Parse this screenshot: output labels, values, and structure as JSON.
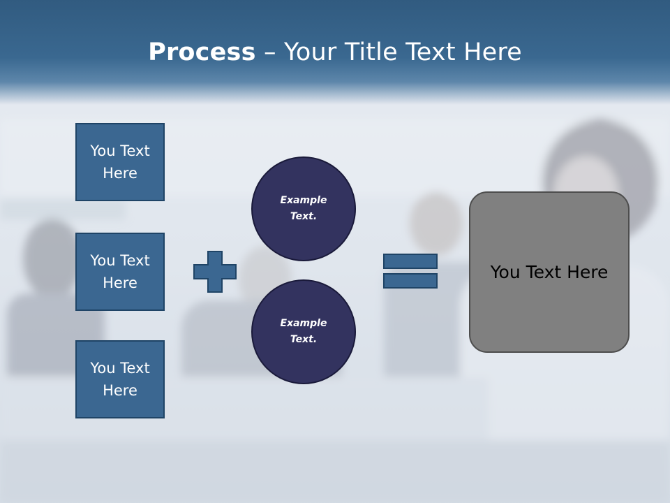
{
  "slide": {
    "title_bold": "Process",
    "title_rest": " – Your Title Text Here"
  },
  "left_boxes": [
    {
      "label": "You Text Here"
    },
    {
      "label": "You Text Here"
    },
    {
      "label": "You Text Here"
    }
  ],
  "circles": [
    {
      "label": "Example Text."
    },
    {
      "label": "Example Text."
    }
  ],
  "result": {
    "label": "You Text Here"
  },
  "symbols": {
    "plus": "plus-icon",
    "equals": "equals-icon"
  },
  "colors": {
    "title_band": "#315b80",
    "box_fill": "#3b6791",
    "circle_fill": "#33335f",
    "result_fill": "#808080"
  }
}
